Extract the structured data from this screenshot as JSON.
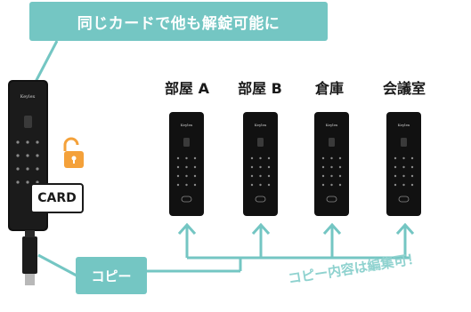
{
  "callout": {
    "text": "同じカードで他も解錠可能に"
  },
  "rooms": [
    {
      "label": "部屋 A"
    },
    {
      "label": "部屋 B"
    },
    {
      "label": "倉庫"
    },
    {
      "label": "会議室"
    }
  ],
  "card_badge": {
    "text": "CARD"
  },
  "copy_tag": {
    "text": "コピー"
  },
  "edit_note": {
    "text": "コピー内容は編集可！"
  },
  "device_brand": "Keylex",
  "colors": {
    "accent": "#74c6c3",
    "accent_light": "#8fd2cf",
    "device": "#111111",
    "lock_icon": "#f4a13a"
  }
}
